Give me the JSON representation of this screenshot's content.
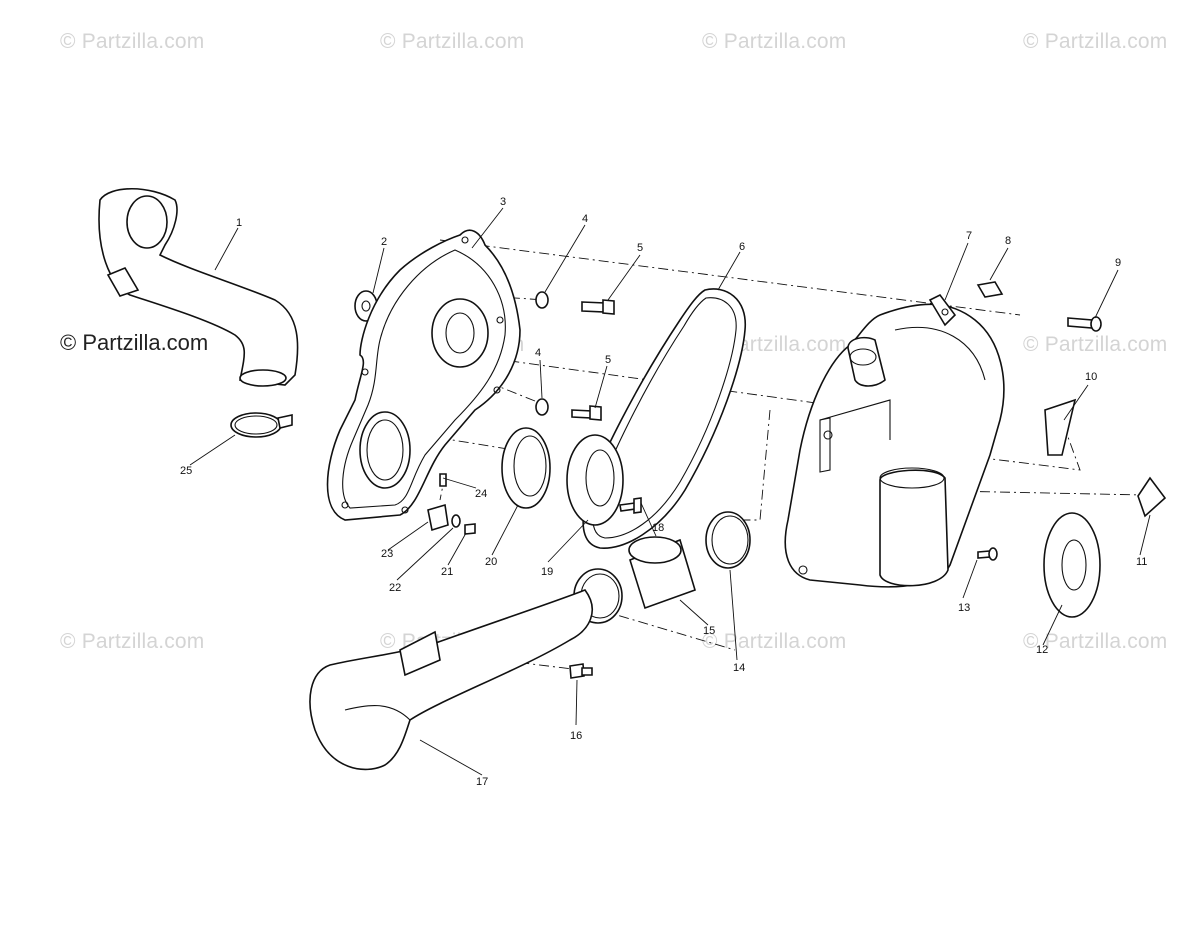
{
  "watermarks": {
    "text": "© Partzilla.com",
    "main": "© Partzilla.com"
  },
  "callouts": {
    "c1": "1",
    "c2": "2",
    "c3": "3",
    "c4a": "4",
    "c4b": "4",
    "c5a": "5",
    "c5b": "5",
    "c6": "6",
    "c7": "7",
    "c8": "8",
    "c9": "9",
    "c10": "10",
    "c11": "11",
    "c12": "12",
    "c13": "13",
    "c14": "14",
    "c15": "15",
    "c16": "16",
    "c17": "17",
    "c18": "18",
    "c19": "19",
    "c20": "20",
    "c21": "21",
    "c22": "22",
    "c23": "23",
    "c24": "24",
    "c25": "25"
  },
  "colors": {
    "line": "#111111",
    "watermark": "#d4d4d4",
    "background": "#ffffff"
  }
}
